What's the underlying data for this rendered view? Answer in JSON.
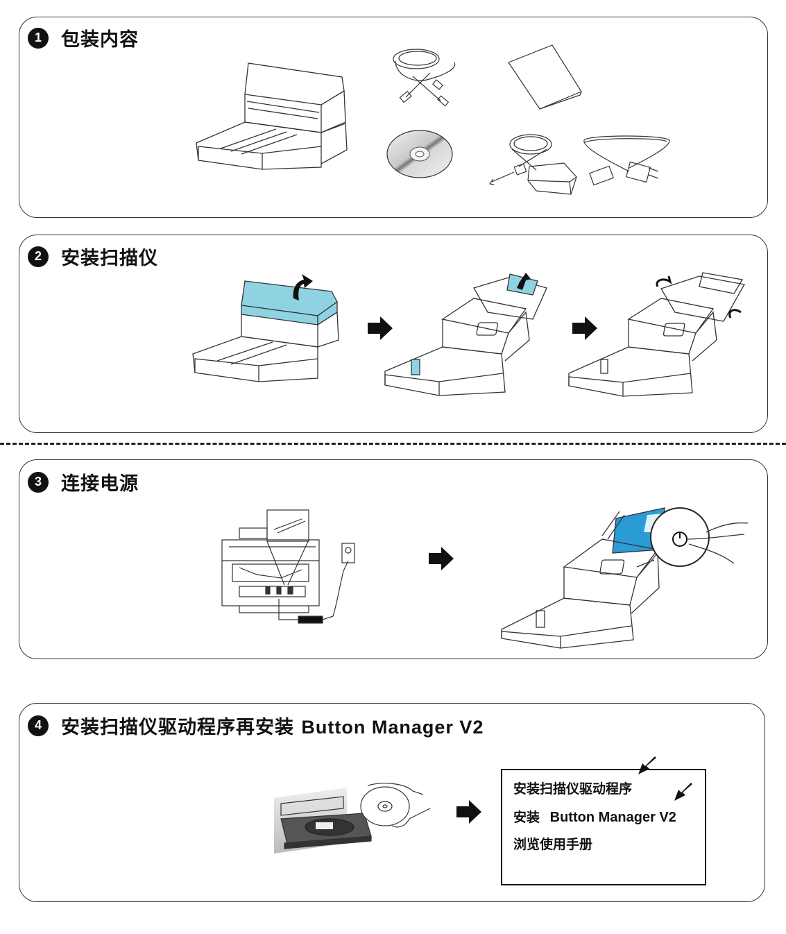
{
  "steps": [
    {
      "number": "1",
      "title": "包装内容"
    },
    {
      "number": "2",
      "title": "安装扫描仪"
    },
    {
      "number": "3",
      "title": "连接电源"
    },
    {
      "number": "4",
      "title_cn": "安装扫描仪驱动程序再安装",
      "title_en": "Button Manager V2"
    }
  ],
  "package_contents": [
    "scanner",
    "usb-cable",
    "quick-guide",
    "cd-rom",
    "power-adapter",
    "power-cord"
  ],
  "install_menu": {
    "items": [
      {
        "label": "安装扫描仪驱动程序"
      },
      {
        "label_cn": "安装",
        "label_en": "Button Manager V2"
      },
      {
        "label": "浏览使用手册"
      }
    ]
  },
  "colors": {
    "accent_blue": "#8fd3e3",
    "paper_blue": "#2b9bd6",
    "ink": "#111111"
  }
}
